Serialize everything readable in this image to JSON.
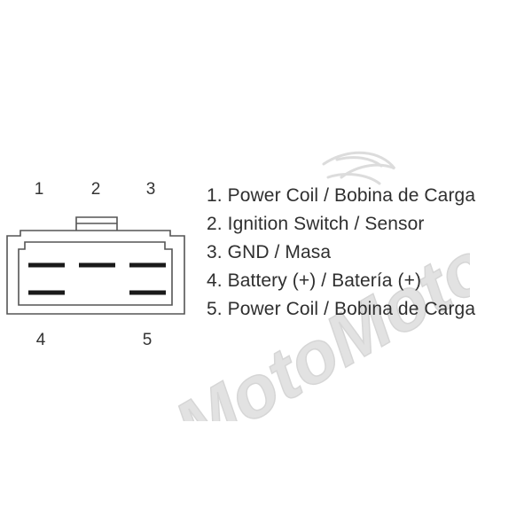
{
  "connector": {
    "pin_numbers_top": [
      "1",
      "2",
      "3"
    ],
    "pin_numbers_bottom": [
      "4",
      "5"
    ]
  },
  "legend": {
    "items": [
      "1. Power Coil / Bobina de Carga",
      "2. Ignition Switch / Sensor",
      "3. GND / Masa",
      "4. Battery (+) / Batería (+)",
      "5. Power Coil / Bobina de Carga"
    ]
  },
  "watermark": {
    "text": "MotoMoto"
  },
  "colors": {
    "line": "#555555",
    "pin": "#1a1a1a",
    "text": "#333333",
    "watermark": "#d9d9d9"
  }
}
